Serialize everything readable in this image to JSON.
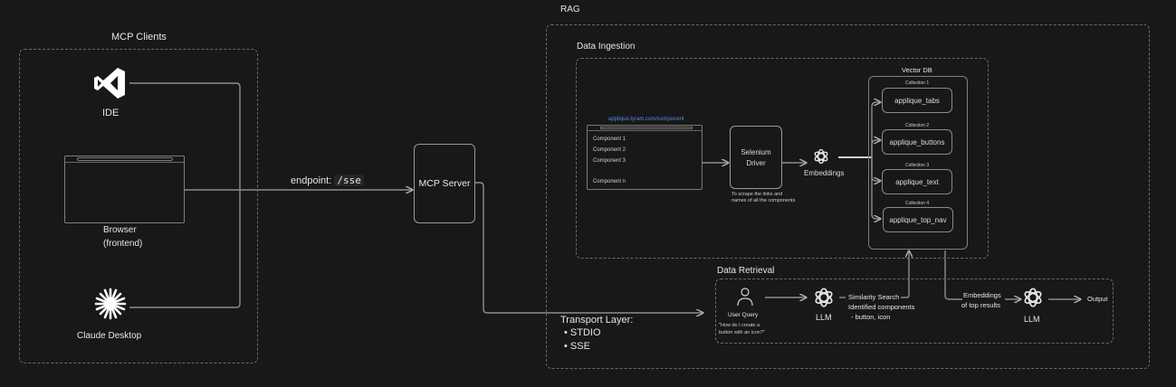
{
  "mcp_clients": {
    "title": "MCP Clients",
    "items": [
      {
        "label": "IDE",
        "icon": "vscode-icon"
      },
      {
        "label_line1": "Browser",
        "label_line2": "(frontend)",
        "icon": "browser-window-icon"
      },
      {
        "label": "Claude Desktop",
        "icon": "claude-starburst-icon"
      }
    ]
  },
  "connection": {
    "endpoint_label": "endpoint:",
    "endpoint_value": "/sse"
  },
  "mcp_server": {
    "label": "MCP Server"
  },
  "transport": {
    "title": "Transport Layer:",
    "items": [
      "• STDIO",
      "• SSE"
    ]
  },
  "rag": {
    "title": "RAG",
    "ingestion": {
      "title": "Data Ingestion",
      "site_url": "applique.tyram.com/component",
      "components": [
        "Component 1",
        "Component 2",
        "Component 3",
        "Component n"
      ],
      "selenium": {
        "line1": "Selenium",
        "line2": "Driver",
        "caption_line1": "To scrape the links and",
        "caption_line2": "names of all the components"
      },
      "embeddings_label": "Embeddings",
      "vector_db": {
        "title": "Vector DB",
        "collections": [
          {
            "caption": "Collection 1",
            "name": "applique_tabs"
          },
          {
            "caption": "Collection 2",
            "name": "applique_buttons"
          },
          {
            "caption": "Collection 3",
            "name": "applique_text"
          },
          {
            "caption": "Collection 4",
            "name": "applique_top_nav"
          }
        ]
      }
    },
    "retrieval": {
      "title": "Data Retrieval",
      "user_query_label": "User Query",
      "user_query_line1": "\"How do I create a",
      "user_query_line2": "button with an icon?\"",
      "llm1_label": "LLM",
      "similarity_line1": "Similarity Search",
      "similarity_line2": "Identified components",
      "similarity_line3": "- button, icon",
      "embeddings_top_line1": "Embeddings",
      "embeddings_top_line2": "of top results",
      "llm2_label": "LLM",
      "output_label": "Output"
    }
  },
  "colors": {
    "background": "#181818",
    "link": "#4a8fe0",
    "stroke": "#9a9a9a"
  }
}
